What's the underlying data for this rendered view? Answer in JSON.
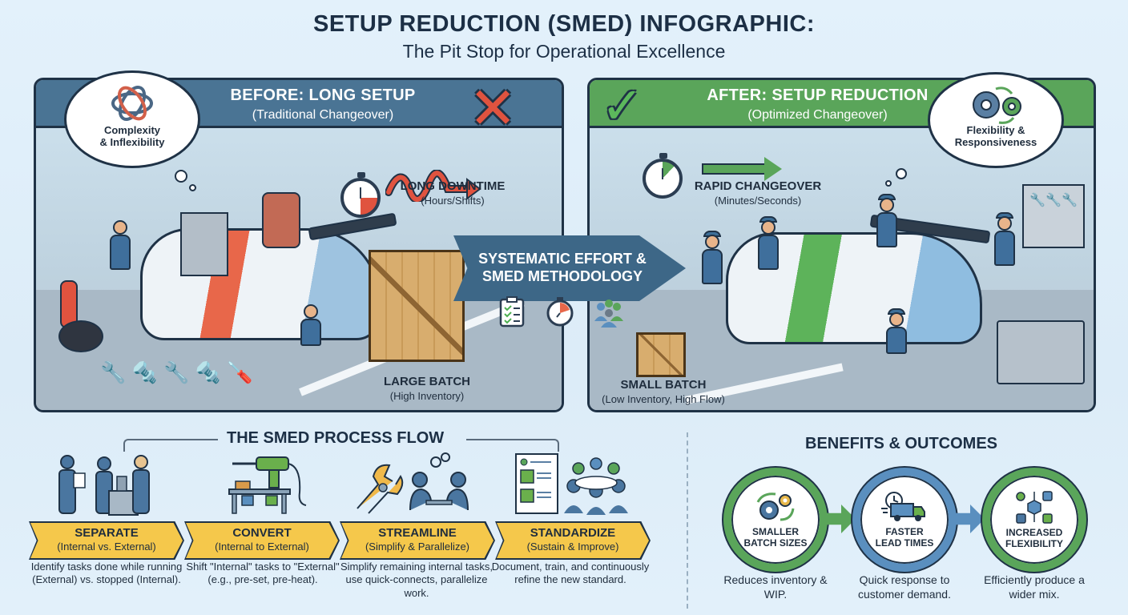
{
  "title": {
    "main": "SETUP REDUCTION (SMED) INFOGRAPHIC:",
    "subtitle": "The Pit Stop for Operational Excellence"
  },
  "before": {
    "header": "BEFORE: LONG SETUP",
    "subheader": "(Traditional Changeover)",
    "thought": {
      "line1": "Complexity",
      "line2": "& Inflexibility",
      "icon": "tangled-knot-icon"
    },
    "status_mark": "✕",
    "downtime": {
      "title": "LONG DOWNTIME",
      "detail": "(Hours/Shifts)"
    },
    "batch": {
      "title": "LARGE BATCH",
      "detail": "(High Inventory)"
    },
    "colors": {
      "header": "#4a7494",
      "accent": "#e0533f"
    }
  },
  "after": {
    "header": "AFTER: SETUP REDUCTION",
    "subheader": "(Optimized Changeover)",
    "thought": {
      "line1": "Flexibility &",
      "line2": "Responsiveness",
      "icon": "gears-icon"
    },
    "status_mark": "✓",
    "changeover": {
      "title": "RAPID CHANGEOVER",
      "detail": "(Minutes/Seconds)"
    },
    "batch": {
      "title": "SMALL BATCH",
      "detail": "(Low Inventory, High Flow)"
    },
    "colors": {
      "header": "#5aa55a",
      "accent": "#5cb85c"
    }
  },
  "transition": {
    "line1": "SYSTEMATIC EFFORT &",
    "line2": "SMED METHODOLOGY",
    "icons": [
      "checklist-icon",
      "stopwatch-icon",
      "team-icon"
    ]
  },
  "process": {
    "title": "THE SMED PROCESS FLOW",
    "steps": [
      {
        "title": "SEPARATE",
        "subtitle": "(Internal vs. External)",
        "desc": "Identify tasks done while running (External) vs. stopped (Internal).",
        "icon": "workers-at-machine-icon"
      },
      {
        "title": "CONVERT",
        "subtitle": "(Internal to External)",
        "desc": "Shift \"Internal\" tasks to \"External\" (e.g., pre-set, pre-heat).",
        "icon": "drill-workbench-icon"
      },
      {
        "title": "STREAMLINE",
        "subtitle": "(Simplify & Parallelize)",
        "desc": "Simplify remaining internal tasks, use quick-connects, parallelize work.",
        "icon": "quick-connect-icon"
      },
      {
        "title": "STANDARDIZE",
        "subtitle": "(Sustain & Improve)",
        "desc": "Document, train, and continuously refine the new standard.",
        "icon": "document-team-icon"
      }
    ],
    "chevron_color": "#f5c84b"
  },
  "benefits": {
    "title": "BENEFITS & OUTCOMES",
    "items": [
      {
        "label1": "SMALLER",
        "label2": "BATCH SIZES",
        "desc": "Reduces inventory & WIP.",
        "icon": "⚙",
        "ring": "#5aa55a"
      },
      {
        "label1": "FASTER",
        "label2": "LEAD TIMES",
        "desc": "Quick response to customer demand.",
        "icon": "🚚",
        "ring": "#5a8fbf"
      },
      {
        "label1": "INCREASED",
        "label2": "FLEXIBILITY",
        "desc": "Efficiently produce a wider mix.",
        "icon": "⬡",
        "ring": "#5aa55a"
      }
    ]
  }
}
